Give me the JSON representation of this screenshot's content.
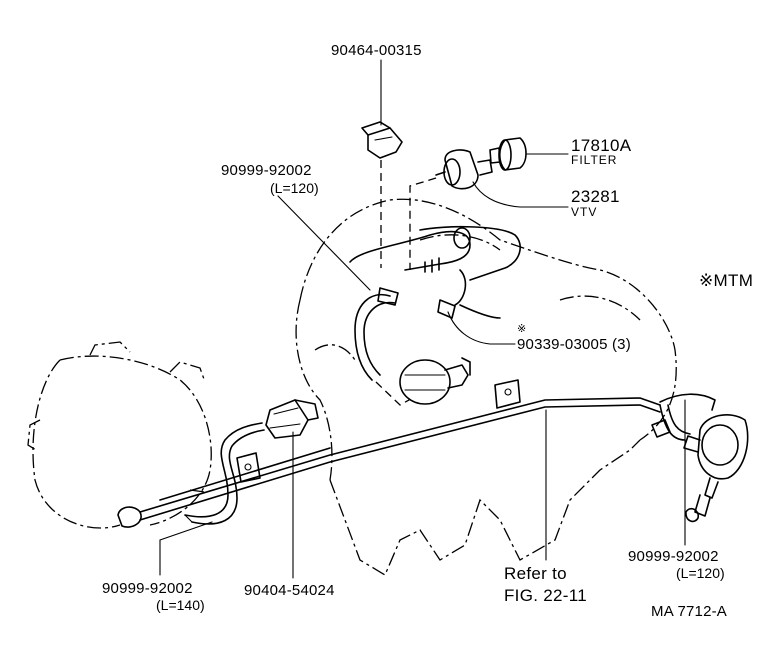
{
  "labels": {
    "clip": "90464-00315",
    "filter_no": "17810A",
    "filter_name": "FILTER",
    "hose_top_no": "90999-92002",
    "hose_top_len": "(L=120)",
    "vtv_no": "23281",
    "vtv_name": "VTV",
    "mtm_note": "※MTM",
    "mtm_mark": "※",
    "plug_no": "90339-03005 (3)",
    "hose_left_no": "90999-92002",
    "hose_left_len": "(L=140)",
    "union_no": "90404-54024",
    "refer_line1": "Refer to",
    "refer_line2": "FIG. 22-11",
    "hose_right_no": "90999-92002",
    "hose_right_len": "(L=120)",
    "drawing_code": "MA 7712-A"
  }
}
